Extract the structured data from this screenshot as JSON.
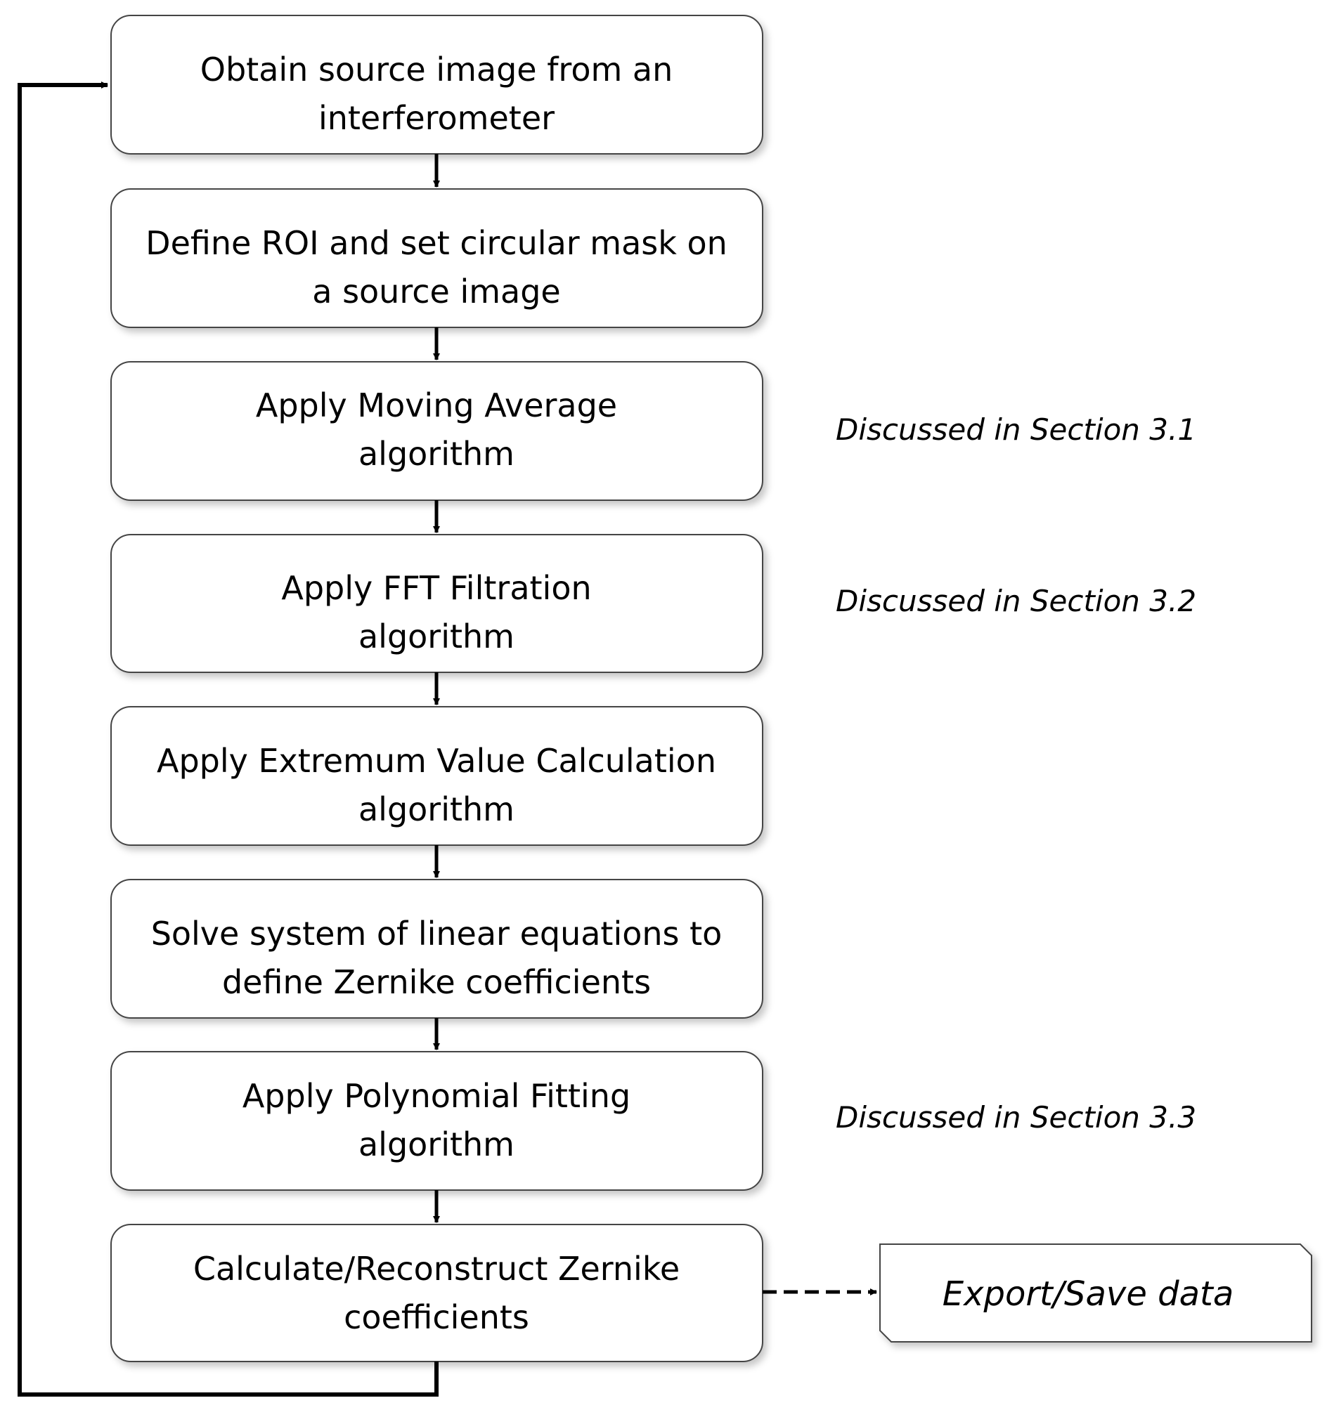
{
  "steps": [
    {
      "line1": "Obtain source image from an",
      "line2": "interferometer"
    },
    {
      "line1": "Define ROI and set circular mask on",
      "line2": "a source image"
    },
    {
      "line1": "Apply Moving Average",
      "line2": "algorithm"
    },
    {
      "line1": "Apply FFT Filtration",
      "line2": "algorithm"
    },
    {
      "line1": "Apply Extremum Value Calculation",
      "line2": "algorithm"
    },
    {
      "line1": "Solve system of linear equations to",
      "line2": "define Zernike coefficients"
    },
    {
      "line1": "Apply Polynomial Fitting",
      "line2": "algorithm"
    },
    {
      "line1": "Calculate/Reconstruct Zernike",
      "line2": "coefficients"
    }
  ],
  "notes": {
    "moving_average": "Discussed in Section 3.1",
    "fft_filtration": "Discussed in Section 3.2",
    "polynomial_fitting": "Discussed in Section 3.3"
  },
  "output": {
    "label": "Export/Save data"
  }
}
